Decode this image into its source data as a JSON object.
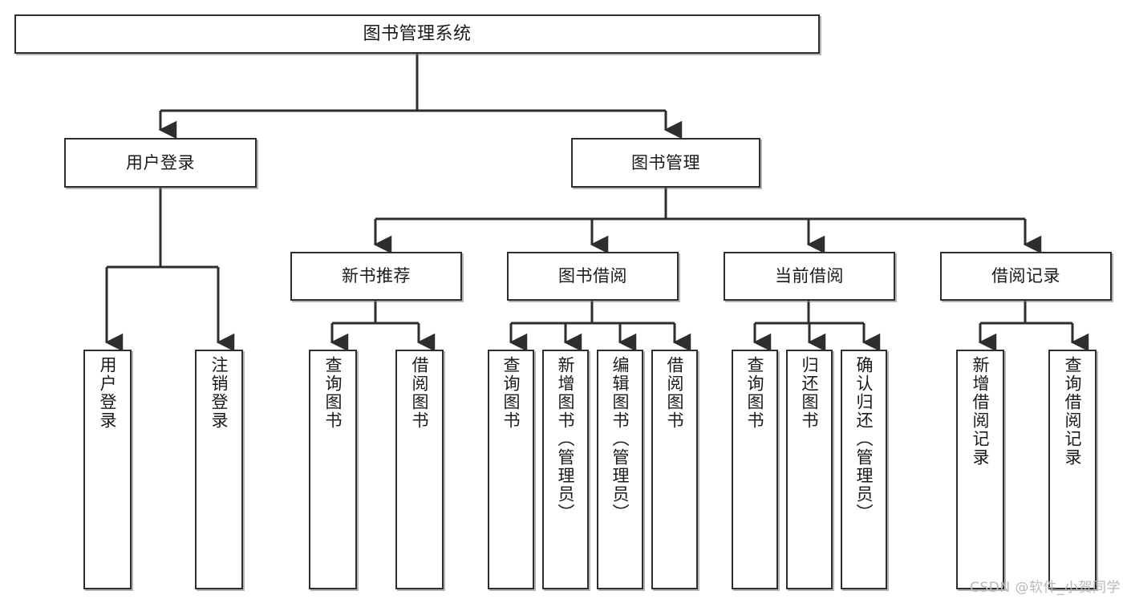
{
  "diagram": {
    "title": "图书管理系统",
    "watermark": "CSDN @软件_小贺同学",
    "line_color": "#2e2e2e",
    "box_fill": "#ffffff",
    "text_color": "#1a1a1a",
    "watermark_color": "#b9b9b9",
    "root": {
      "label": "图书管理系统"
    },
    "level2": [
      {
        "label": "用户登录"
      },
      {
        "label": "图书管理"
      }
    ],
    "level3": [
      {
        "label": "新书推荐"
      },
      {
        "label": "图书借阅"
      },
      {
        "label": "当前借阅"
      },
      {
        "label": "借阅记录"
      }
    ],
    "leaves": {
      "user_login": [
        {
          "label": "用户登录"
        },
        {
          "label": "注销登录"
        }
      ],
      "new_book": [
        {
          "label": "查询图书"
        },
        {
          "label": "借阅图书"
        }
      ],
      "book_borrow": [
        {
          "label": "查询图书"
        },
        {
          "label": "新增图书（管理员）"
        },
        {
          "label": "编辑图书（管理员）"
        },
        {
          "label": "借阅图书"
        }
      ],
      "current_borrow": [
        {
          "label": "查询图书"
        },
        {
          "label": "归还图书"
        },
        {
          "label": "确认归还（管理员）"
        }
      ],
      "borrow_record": [
        {
          "label": "新增借阅记录"
        },
        {
          "label": "查询借阅记录"
        }
      ]
    }
  }
}
